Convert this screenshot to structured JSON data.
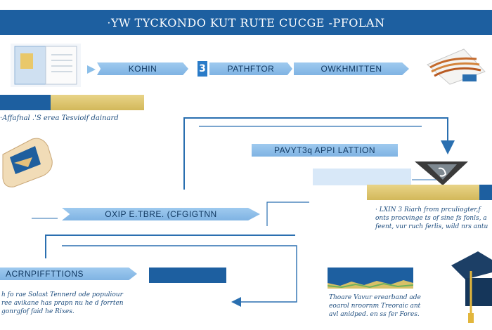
{
  "header": {
    "title": "·YW TYCKONDO KUT RUTE CUCGE -PFOLAN"
  },
  "flow": {
    "kohin": "KOHIN",
    "step_number": "3",
    "pathfor": "PATHFTOR",
    "owkhmitten": "OWKHMITTEN",
    "row_caption": "·Affafnal .'S erea Tesvioif dainard",
    "payt_app": "PAVYT3q APPI LATTION",
    "oxip": "OXIP E.TBRE. (CFGIGTNN",
    "acrnp": "ACRNPIFFTTIONS"
  },
  "notes": {
    "right_lines": [
      "· LXIN 3 Riarh from prculiogter,f",
      "onts procvinge ts of sine fs fonls, a",
      "feent, vur ruch ferlis, wild nrs antu"
    ],
    "left_lines": [
      "h fo rae Solast Tennerd ode populiour",
      "ree avikane has prapn nu he d forrten",
      "gonrgfof faid he Rixes."
    ],
    "mid_lines": [
      "Thoare Vavur erearband ade",
      "eoarol nroornm Treoraic ant",
      "avl anidped. en ss fer Fores."
    ]
  },
  "icons": {
    "book": "open-book-icon",
    "scroll": "papers-icon",
    "bandage": "bandage-icon",
    "cap": "graduation-cap-icon",
    "tag": "tag-icon"
  },
  "colors": {
    "primary": "#1d5fa0",
    "ribbon": "#8cbfe9",
    "gold": "#d8c067",
    "line": "#2a6fb0"
  }
}
